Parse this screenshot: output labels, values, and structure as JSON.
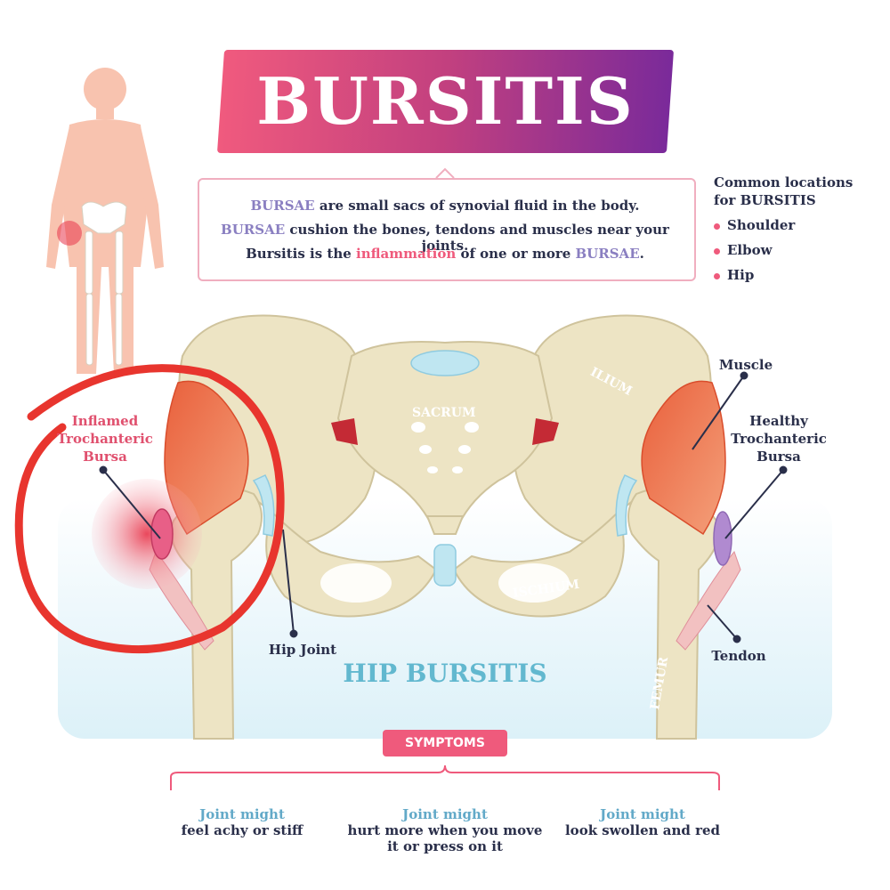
{
  "title": "BURSITIS",
  "definition": {
    "line1": {
      "a": "BURSAE",
      "b": " are small sacs of synovial fluid in the body."
    },
    "line2": {
      "a": "BURSAE",
      "b": " cushion the bones, tendons and muscles near your joints."
    },
    "line3": {
      "a": "Bursitis is the ",
      "b": "inflammation",
      "c": " of one or more ",
      "d": "BURSAE",
      "e": "."
    }
  },
  "locations": {
    "title_line1": "Common locations",
    "title_line2": "for BURSITIS",
    "items": [
      "Shoulder",
      "Elbow",
      "Hip"
    ]
  },
  "labels": {
    "inflamed_1": "Inflamed",
    "inflamed_2": "Trochanteric",
    "inflamed_3": "Bursa",
    "muscle": "Muscle",
    "healthy_1": "Healthy",
    "healthy_2": "Trochanteric",
    "healthy_3": "Bursa",
    "hip_joint": "Hip Joint",
    "tendon": "Tendon",
    "sacrum": "SACRUM",
    "ilium": "ILIUM",
    "ischium": "ISCHIUM",
    "femur": "FEMUR"
  },
  "subtitle": "HIP BURSITIS",
  "symptoms": {
    "label": "SYMPTOMS",
    "items": [
      {
        "title": "Joint might",
        "line1": "feel achy or stiff",
        "line2": ""
      },
      {
        "title": "Joint might",
        "line1": "hurt more when you move",
        "line2": "it or press on it"
      },
      {
        "title": "Joint might",
        "line1": "look swollen and red",
        "line2": ""
      }
    ]
  },
  "colors": {
    "pink": "#ef5a7c",
    "purple": "#8a7fc1",
    "navy": "#2a2f4a",
    "teal": "#62b8cf",
    "bone": "#ede4c4",
    "highlight_circle": "#e8352e"
  }
}
